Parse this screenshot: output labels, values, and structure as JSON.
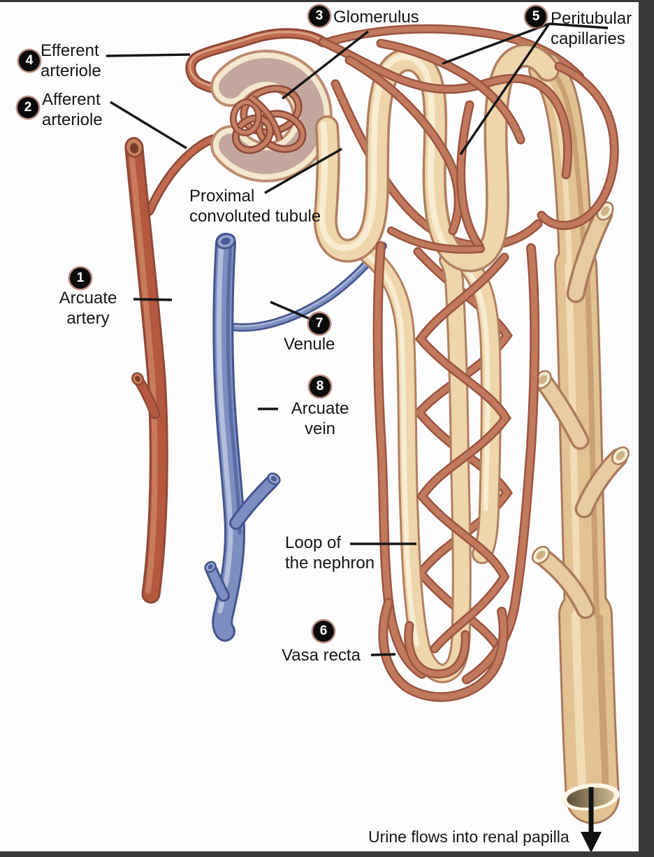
{
  "figure": {
    "caption": "Urine flows into renal papilla",
    "description": "Nephron blood supply diagram"
  },
  "labels": {
    "arcuate_artery": {
      "number": "1",
      "line1": "Arcuate",
      "line2": "artery"
    },
    "afferent_arteriole": {
      "number": "2",
      "line1": "Afferent",
      "line2": "arteriole"
    },
    "glomerulus": {
      "number": "3",
      "text": "Glomerulus"
    },
    "efferent_arteriole": {
      "number": "4",
      "line1": "Efferent",
      "line2": "arteriole"
    },
    "peritubular_capillaries": {
      "number": "5",
      "line1": "Peritubular",
      "line2": "capillaries"
    },
    "vasa_recta": {
      "number": "6",
      "text": "Vasa recta"
    },
    "venule": {
      "number": "7",
      "text": "Venule"
    },
    "arcuate_vein": {
      "number": "8",
      "line1": "Arcuate",
      "line2": "vein"
    },
    "proximal_convoluted_tubule": {
      "line1": "Proximal",
      "line2": "convoluted tubule"
    },
    "loop_of_nephron": {
      "line1": "Loop of",
      "line2": "the nephron"
    }
  },
  "palette": {
    "vessel_red": "#b4593f",
    "vessel_red_dark": "#8e4938",
    "capillary_red": "#c27a5e",
    "tubule_tan": "#eed5ab",
    "tubule_outline": "#b07f60",
    "duct_tan": "#e2c193",
    "vein_blue": "#7d8ec0",
    "vein_outline": "#45548c",
    "capsule_mauve": "#c3a79e",
    "capsule_cream": "#f4e7cd",
    "label_text": "#161616",
    "frame": "#39393b"
  }
}
